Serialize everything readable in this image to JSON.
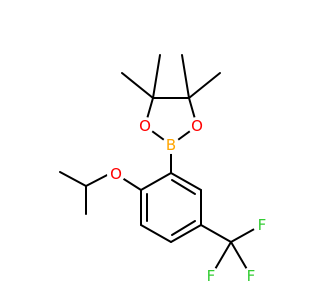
{
  "molecule": {
    "atoms": [
      {
        "id": "boron",
        "label": "B",
        "color": "#FFA500"
      },
      {
        "id": "oxygen-left",
        "label": "O",
        "color": "#FF0000"
      },
      {
        "id": "oxygen-right",
        "label": "O",
        "color": "#FF0000"
      },
      {
        "id": "oxygen-ether",
        "label": "O",
        "color": "#FF0000"
      },
      {
        "id": "fluorine-1",
        "label": "F",
        "color": "#33CC33"
      },
      {
        "id": "fluorine-2",
        "label": "F",
        "color": "#33CC33"
      },
      {
        "id": "fluorine-3",
        "label": "F",
        "color": "#33CC33"
      }
    ],
    "bond_color": "#000000"
  }
}
